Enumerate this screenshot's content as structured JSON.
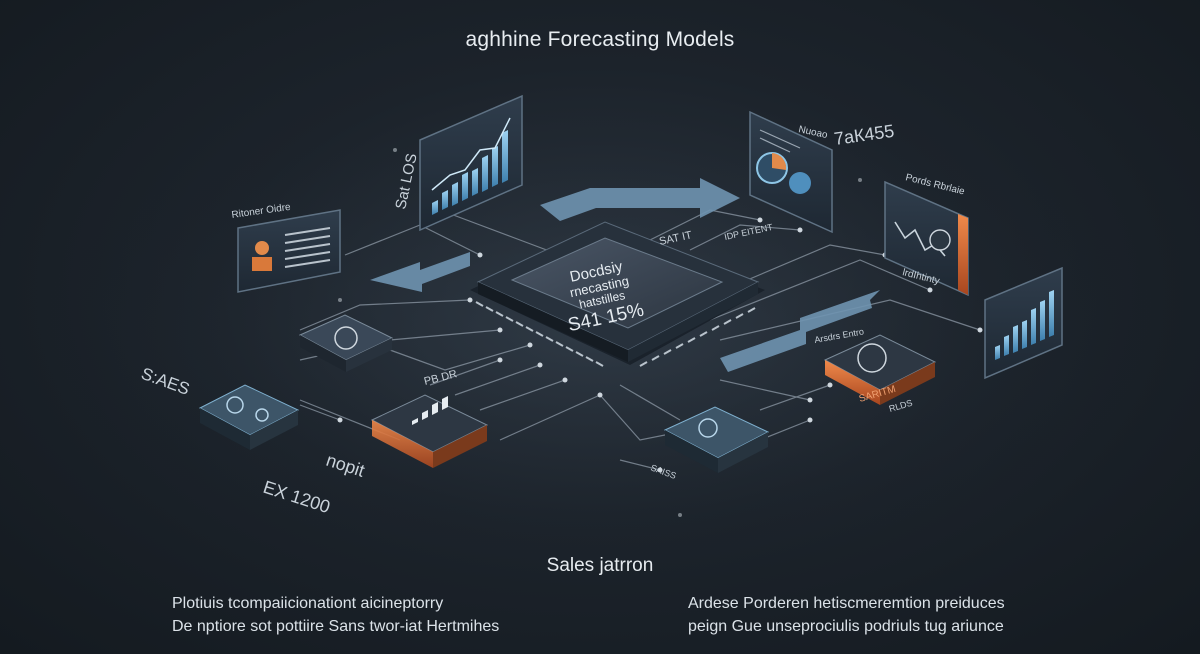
{
  "title": "aghhine Forecasting Models",
  "chip": {
    "line1": "Docdsiy",
    "line2": "rnecasting",
    "line3": "hatstilles",
    "line4": "S41 15%"
  },
  "labels": {
    "sales_left": "S:AES",
    "ex_1200": "EX 1200",
    "nopit": "nopit",
    "sat_los": "Sat LOS",
    "ritoner": "Ritoner Oidre",
    "top_metric": "7аК455",
    "top_metric_prefix": "Nuoao",
    "perde": "Pords Rbrlaie",
    "satit": "SAT IT",
    "idp_eitent": "IDP EITENT",
    "arusdrs": "Arsdrs Entro",
    "saritm": "SARITM",
    "saiss": "SAISS",
    "pb_dr": "PB DR",
    "rlds": "RLDS",
    "panel_right_label": "lrdIhtinty"
  },
  "subtitle": "Sales jatrron",
  "captions": {
    "left_line1": "Plotiuis tcompaiicionationt aicineptorry",
    "left_line2": "De nptiore sot pottiire Sans twor-iat Hertmihes",
    "right_line1": "Ardese Porderen hetiscmeremtion preiduces",
    "right_line2": "peign Gue unseprociulis podriuls tug ariunce"
  },
  "colors": {
    "background": "#1c232b",
    "accent_blue": "#7fb9dd",
    "accent_orange": "#e0703a",
    "line": "#9aa6b2",
    "chip": "#3a4553"
  },
  "icons": [
    "cpu-chip-icon",
    "bar-chart-icon",
    "pie-chart-icon",
    "cloud-network-icon",
    "person-report-icon",
    "arrow-icon"
  ]
}
